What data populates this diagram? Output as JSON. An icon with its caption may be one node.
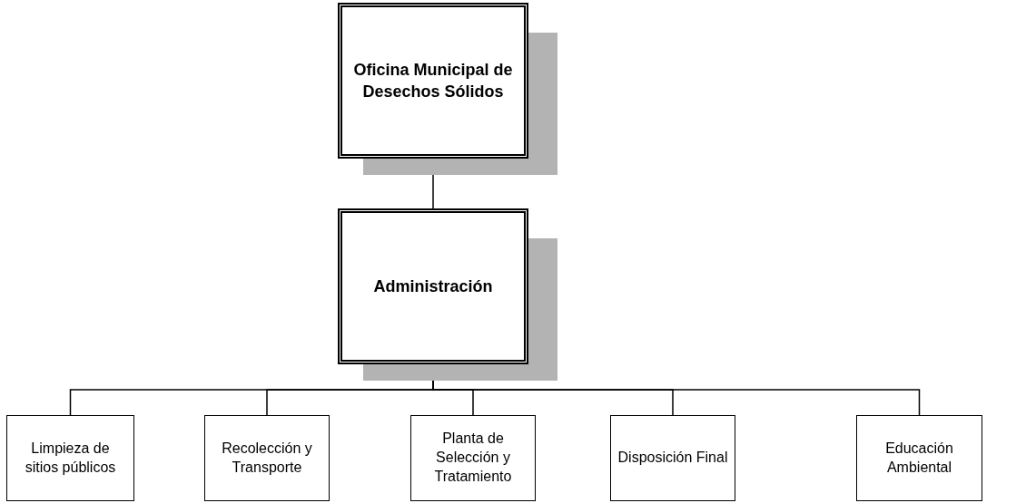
{
  "diagram": {
    "nodes": [
      {
        "text": [
          "Oficina Municipal de Desechos Sólidos"
        ]
      },
      {
        "text": [
          "Administración"
        ]
      },
      {
        "text": [
          "Limpieza de sitios públicos"
        ]
      },
      {
        "text": [
          "Recolección y Transporte"
        ]
      },
      {
        "text": [
          "Planta de Selección y Tratamiento"
        ]
      },
      {
        "text": [
          "Disposición Final"
        ]
      },
      {
        "text": [
          "Educación Ambiental"
        ]
      }
    ],
    "edges": [
      {
        "from": 0,
        "to": 1,
        "arrow": "none"
      },
      {
        "from": 1,
        "to": 2,
        "arrow": "none"
      },
      {
        "from": 1,
        "to": 3,
        "arrow": "none"
      },
      {
        "from": 1,
        "to": 4,
        "arrow": "none"
      },
      {
        "from": 1,
        "to": 5,
        "arrow": "none"
      },
      {
        "from": 1,
        "to": 6,
        "arrow": "none"
      }
    ]
  }
}
